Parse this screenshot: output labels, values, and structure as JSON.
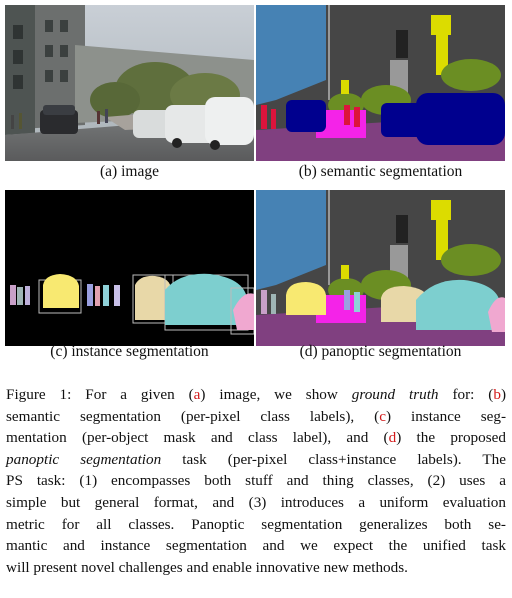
{
  "panels": {
    "a": {
      "label": "(a) image"
    },
    "b": {
      "label": "(b) semantic segmentation"
    },
    "c": {
      "label": "(c) instance segmentation"
    },
    "d": {
      "label": "(d) panoptic segmentation"
    }
  },
  "caption": {
    "l1a": "Figure 1: For a given (",
    "ref_a": "a",
    "l1b": ") image, we show ",
    "l1c": "ground truth",
    "l1d": " for: (",
    "ref_b": "b",
    "l1e": ")",
    "l2a": "semantic segmentation (per-pixel class labels), (",
    "ref_c": "c",
    "l2b": ") instance seg-",
    "l3a": "mentation (per-object mask and class label), and (",
    "ref_d": "d",
    "l3b": ") the proposed",
    "l4a": "panoptic segmentation",
    "l4b": " task (per-pixel class+instance labels). The",
    "l5": "PS task: (1) encompasses both stuff and thing classes, (2) uses a",
    "l6": "simple but general format, and (3) introduces a uniform evaluation",
    "l7": "metric for all classes. Panoptic segmentation generalizes both se-",
    "l8": "mantic and instance segmentation and we expect the unified task",
    "l9": "will present novel challenges and enable innovative new methods."
  },
  "colors": {
    "sky": "#4682b4",
    "building": "#464646",
    "road": "#804080",
    "sidewalk": "#f423e8",
    "vegetation": "#6b8e23",
    "car": "#00008e",
    "person": "#dc143c",
    "traffic_sign": "#dcdc00",
    "pole": "#999999"
  }
}
